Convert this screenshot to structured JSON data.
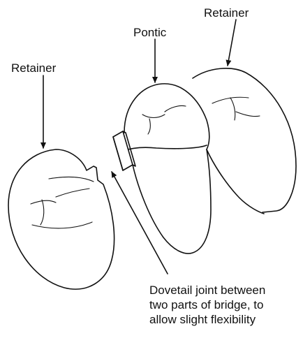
{
  "labels": {
    "retainer_left": "Retainer",
    "pontic": "Pontic",
    "retainer_right": "Retainer"
  },
  "caption": {
    "line1": "Dovetail joint between",
    "line2": "two parts of bridge, to",
    "line3": "allow slight flexibility"
  },
  "colors": {
    "stroke": "#111111",
    "background": "#ffffff"
  }
}
